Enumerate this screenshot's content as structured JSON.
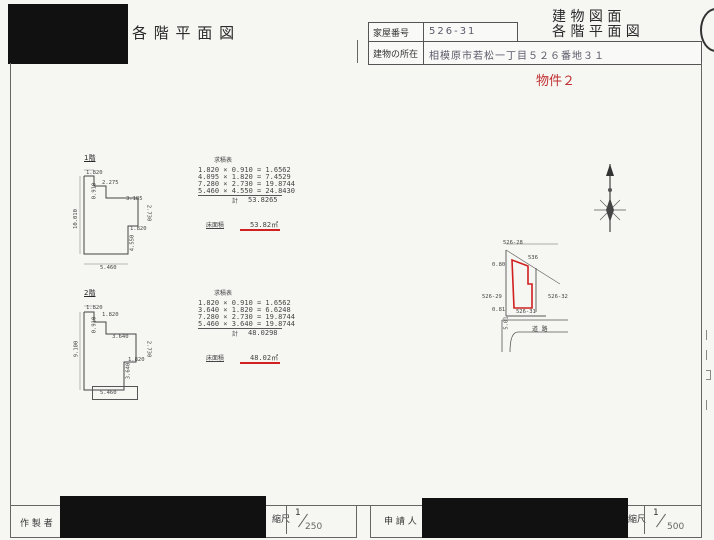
{
  "header": {
    "title": "各 階 平 面 図",
    "house_no_label": "家屋番号",
    "house_no_value": "526-31",
    "doc_title_line1": "建 物 図 面",
    "doc_title_line2": "各 階 平 面 図",
    "location_label": "建物の所在",
    "location_value": "相模原市若松一丁目５２６番地３１"
  },
  "annotation": {
    "property_note": "物件２"
  },
  "floor1": {
    "label": "1階",
    "table_title": "求積表",
    "calc_rows": [
      "1.820 × 0.910 =  1.6562",
      "4.095 × 1.820 =  7.4529",
      "7.280 × 2.730 = 19.8744",
      "5.460 × 4.550 = 24.8430"
    ],
    "sum_label": "計",
    "sum_value": "53.8265",
    "area_label": "床面積",
    "area_value": "53.82㎡",
    "dims": [
      "1.820",
      "2.275",
      "0.910",
      "3.185",
      "2.730",
      "1.820",
      "10.010",
      "4.550",
      "5.460"
    ]
  },
  "floor2": {
    "label": "2階",
    "table_title": "求積表",
    "calc_rows": [
      "1.820 × 0.910 =  1.6562",
      "3.640 × 1.820 =  6.6248",
      "7.280 × 2.730 = 19.8744",
      "5.460 × 3.640 = 19.8744"
    ],
    "sum_label": "計",
    "sum_value": "48.0298",
    "area_label": "床面積",
    "area_value": "48.02㎡",
    "dims": [
      "1.820",
      "1.820",
      "0.910",
      "3.640",
      "2.730",
      "1.820",
      "9.100",
      "3.640",
      "5.460"
    ]
  },
  "site_map": {
    "lot_top": "526-28",
    "lot_right_top": "536",
    "lot_left": "526-29",
    "lot_right": "526-32",
    "lot_bottom": "526-31",
    "dist_top": "0.80",
    "dist_bottom": "0.81",
    "dist_left": "5.01",
    "road_label": "道 路"
  },
  "footer": {
    "maker_label": "作 製 者",
    "scale_label_left": "縮尺",
    "scale_left_num": "1",
    "scale_left_den": "250",
    "applicant_label": "申 請 人",
    "scale_label_right": "縮尺",
    "scale_right_num": "1",
    "scale_right_den": "500"
  },
  "colors": {
    "red_note": "#c03030",
    "highlight": "#d02020"
  }
}
